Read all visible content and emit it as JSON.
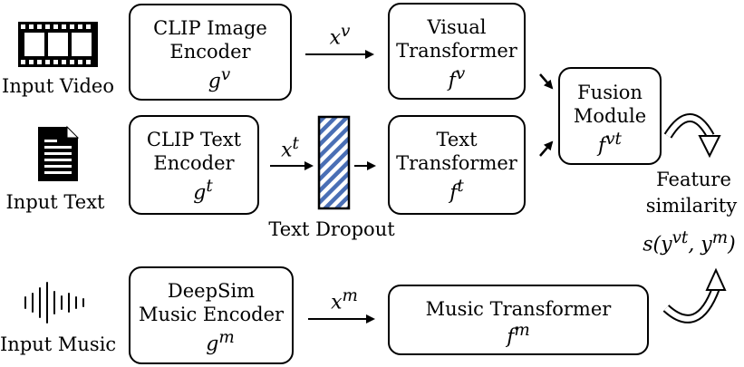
{
  "inputs": {
    "video": "Input Video",
    "text": "Input Text",
    "music": "Input Music"
  },
  "encoders": {
    "image": {
      "line1": "CLIP Image",
      "line2": "Encoder",
      "sym": "g",
      "sup": "v"
    },
    "text": {
      "line1": "CLIP Text",
      "line2": "Encoder",
      "sym": "g",
      "sup": "t"
    },
    "music": {
      "line1": "DeepSim",
      "line2": "Music Encoder",
      "sym": "g",
      "sup": "m"
    }
  },
  "features": {
    "video": {
      "sym": "x",
      "sup": "v"
    },
    "text": {
      "sym": "x",
      "sup": "t"
    },
    "music": {
      "sym": "x",
      "sup": "m"
    }
  },
  "transformers": {
    "visual": {
      "line1": "Visual",
      "line2": "Transformer",
      "sym": "f",
      "sup": "v"
    },
    "text": {
      "line1": "Text",
      "line2": "Transformer",
      "sym": "f",
      "sup": "t"
    },
    "music": {
      "line1": "Music Transformer",
      "sym": "f",
      "sup": "m"
    }
  },
  "fusion": {
    "line1": "Fusion",
    "line2": "Module",
    "sym": "f",
    "sup": "vt"
  },
  "dropout_label": "Text Dropout",
  "similarity": {
    "line1": "Feature",
    "line2": "similarity",
    "formula_prefix": "s(y",
    "sup1": "vt",
    "formula_mid": ", y",
    "sup2": "m",
    "formula_suffix": ")"
  },
  "colors": {
    "dropout_stripe": "#4a6fb5",
    "stroke": "#000000"
  }
}
